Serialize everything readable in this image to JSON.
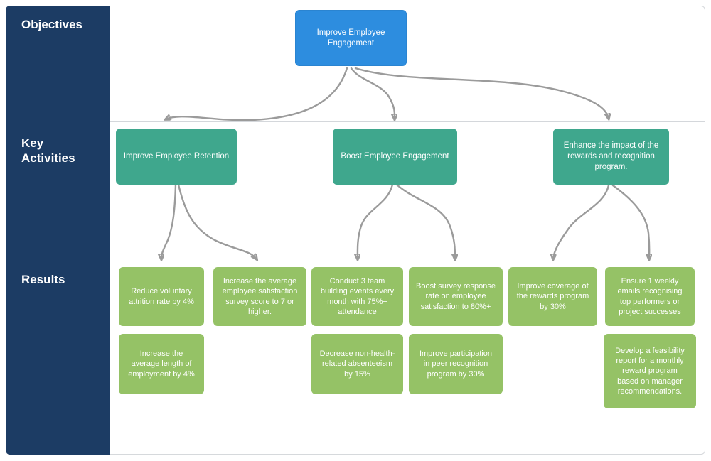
{
  "lanes": [
    {
      "label": "Objectives"
    },
    {
      "label": "Key Activities"
    },
    {
      "label": "Results"
    }
  ],
  "objective": {
    "label": "Improve Employee Engagement"
  },
  "activities": [
    {
      "label": "Improve Employee Retention"
    },
    {
      "label": "Boost Employee Engagement"
    },
    {
      "label": "Enhance the impact of the rewards and recognition program."
    }
  ],
  "results": [
    {
      "label": "Reduce voluntary attrition rate by 4%"
    },
    {
      "label": "Increase the average employee satisfaction survey score to 7 or higher."
    },
    {
      "label": "Conduct 3 team building events every month with 75%+ attendance"
    },
    {
      "label": "Boost survey response rate on employee satisfaction to 80%+"
    },
    {
      "label": "Improve coverage of the rewards program by 30%"
    },
    {
      "label": "Ensure 1 weekly emails recognising top performers or project successes"
    },
    {
      "label": "Increase the average length of employment by 4%"
    },
    {
      "label": "Decrease non-health-related absenteeism by 15%"
    },
    {
      "label": "Improve participation in peer recognition program by 30%"
    },
    {
      "label": "Develop a feasibility report for a monthly reward program based on manager recommendations."
    }
  ],
  "colors": {
    "sidebar": "#1c3c64",
    "objective_fill": "#2d8ddf",
    "activity_fill": "#3fa78d",
    "result_fill": "#95c266",
    "connector": "#9b9b9b",
    "frame_border": "#d6d9dc",
    "text": "#ffffff"
  }
}
